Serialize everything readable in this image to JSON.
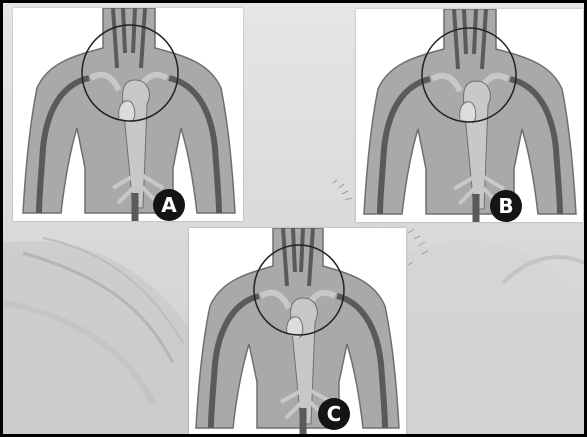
{
  "labels": {
    "panel_a": "A",
    "panel_b": "B",
    "panel_c": "C"
  },
  "colors": {
    "body": "#a9a9a9",
    "body_outline": "#6f6f6f",
    "vessel_dark": "#5a5a5a",
    "vessel_light": "#c8c8c8",
    "badge": "#141414"
  }
}
